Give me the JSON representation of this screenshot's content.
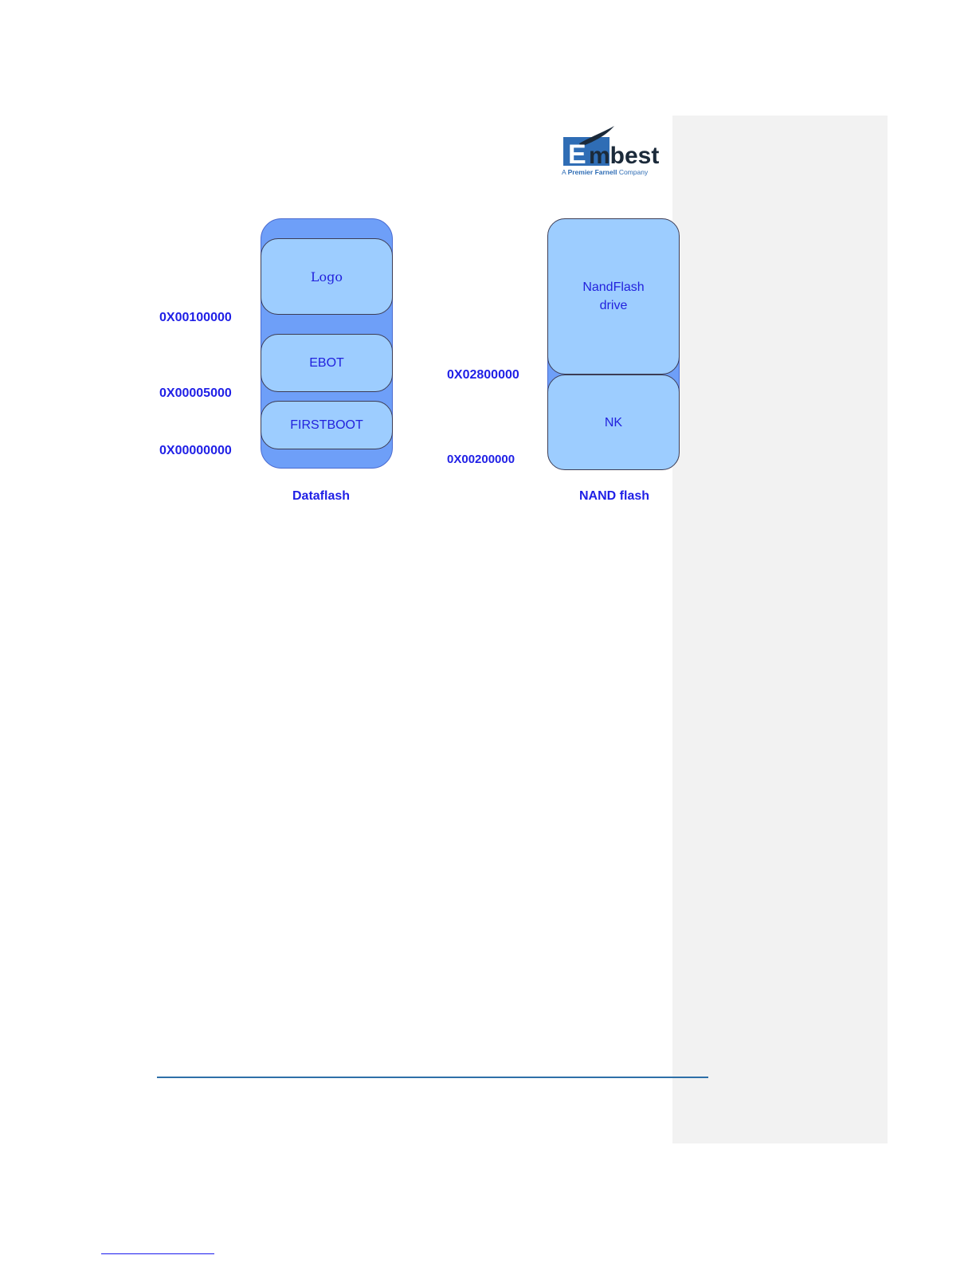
{
  "logo": {
    "letter": "E",
    "word": "mbest",
    "tagline_prefix": "A ",
    "tagline_brand": "Premier Farnell",
    "tagline_suffix": " Company",
    "colors": {
      "blue": "#2f6db5",
      "dark": "#1b2a3a"
    }
  },
  "dataflash": {
    "caption": "Dataflash",
    "regions": [
      {
        "label": "Logo"
      },
      {
        "label": "EBOT"
      },
      {
        "label": "FIRSTBOOT"
      }
    ],
    "addresses": [
      "0X00100000",
      "0X00005000",
      "0X00000000"
    ]
  },
  "nandflash": {
    "caption": "NAND flash",
    "regions": [
      {
        "label": "NandFlash\ndrive"
      },
      {
        "label": "NK"
      }
    ],
    "addresses": [
      "0X02800000",
      "0X00200000"
    ]
  },
  "colors": {
    "address_text": "#1f1fe6",
    "outer_fill": "#6e9ff8",
    "region_fill": "#9dcdff",
    "comment_pane": "#f2f2f2",
    "footer_rule": "#2e6fa8"
  }
}
